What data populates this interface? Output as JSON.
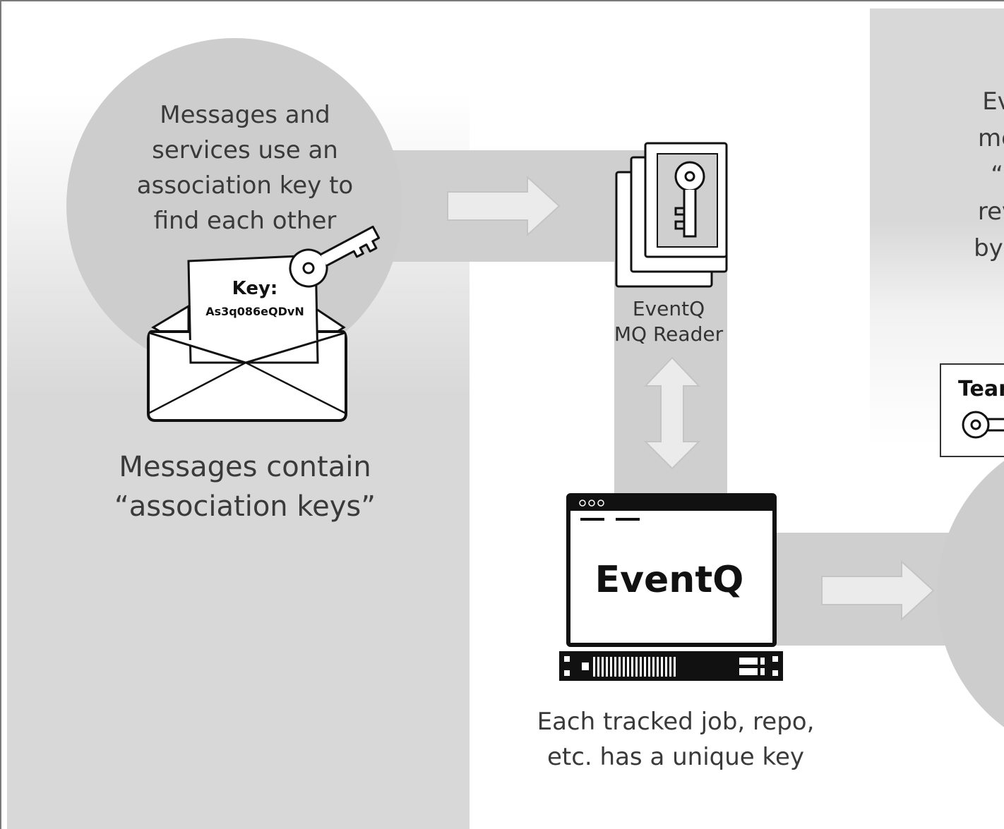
{
  "captions": {
    "association_lines": [
      "Messages and",
      "services use an",
      "association key to",
      "find each other"
    ],
    "messages_contain_lines": [
      "Messages contain",
      "“association keys”"
    ],
    "mq_reader_lines": [
      "EventQ",
      "MQ Reader"
    ],
    "eventq_title": "EventQ",
    "tracked_lines": [
      "Each tracked job, repo,",
      "etc. has a unique key"
    ],
    "right_partial_lines": [
      "Ev",
      "me",
      "“",
      "rev",
      "by t"
    ]
  },
  "envelope": {
    "key_label": "Key:",
    "key_value": "As3q086eQDvN"
  },
  "team_card": {
    "label": "Tear"
  },
  "colors": {
    "band": "#cfcfcf",
    "circle": "#cdcdcd",
    "arrow_fill": "#ebebeb",
    "arrow_stroke": "#c4c4c4",
    "ink": "#111111"
  },
  "icons": [
    "envelope-icon",
    "key-icon",
    "document-stack-icon",
    "double-arrow-icon",
    "server-window-icon",
    "rack-unit-icon"
  ]
}
